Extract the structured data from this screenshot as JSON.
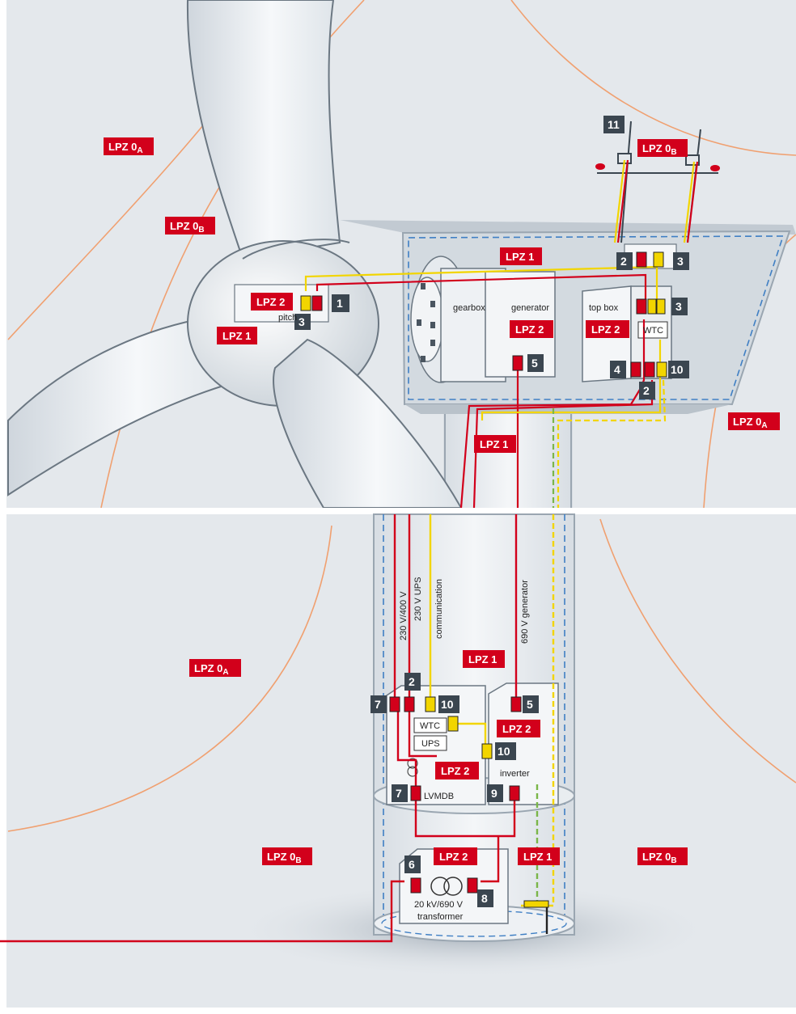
{
  "colors": {
    "background": "#e4e8ec",
    "zone_red": "#d2001b",
    "number_box": "#3b4650",
    "surge_yellow": "#f2d500",
    "zone_boundary": "#f0a070",
    "shield_blue": "#3f7fc4"
  },
  "zones": {
    "lpz0a_top_left": {
      "base": "LPZ 0",
      "sub": "A"
    },
    "lpz0b_rotor": {
      "base": "LPZ 0",
      "sub": "B"
    },
    "lpz2_hub": "LPZ 2",
    "lpz1_hub": "LPZ 1",
    "lpz1_nacelle": "LPZ 1",
    "lpz2_generator": "LPZ 2",
    "lpz2_topbox": "LPZ 2",
    "lpz0b_mast": {
      "base": "LPZ 0",
      "sub": "B"
    },
    "lpz0a_right": {
      "base": "LPZ 0",
      "sub": "A"
    },
    "lpz1_tower_top": "LPZ 1",
    "lpz0a_tower_left": {
      "base": "LPZ 0",
      "sub": "A"
    },
    "lpz1_tower": "LPZ 1",
    "lpz2_lvmdb": "LPZ 2",
    "lpz2_inverter": "LPZ 2",
    "lpz2_transformer": "LPZ 2",
    "lpz1_base": "LPZ 1",
    "lpz0b_base_left": {
      "base": "LPZ 0",
      "sub": "B"
    },
    "lpz0b_base_right": {
      "base": "LPZ 0",
      "sub": "B"
    }
  },
  "numbers": {
    "n11": "11",
    "n2_mast": "2",
    "n3_mast": "3",
    "n1_hub": "1",
    "n3_pitch": "3",
    "n3_topbox": "3",
    "n5_generator": "5",
    "n4_topbox": "4",
    "n10_topbox": "10",
    "n2_topbox": "2",
    "n2_tower": "2",
    "n7_upper": "7",
    "n10_lvmdb": "10",
    "n5_inverter": "5",
    "n10_inverter": "10",
    "n7_lower": "7",
    "n9_inverter": "9",
    "n6_transformer": "6",
    "n8_transformer": "8"
  },
  "labels": {
    "pitch": "pitch",
    "gearbox": "gearbox",
    "generator": "generator",
    "top_box": "top box",
    "wtc_top": "WTC",
    "wtc_tower": "WTC",
    "ups": "UPS",
    "lvmdb": "LVMDB",
    "inverter": "inverter",
    "transformer_line1": "20 kV/690 V",
    "transformer_line2": "transformer",
    "cable_230v400v": "230 V/400 V",
    "cable_230v_ups": "230 V UPS",
    "cable_communication": "communication",
    "cable_690v_generator": "690 V generator"
  }
}
